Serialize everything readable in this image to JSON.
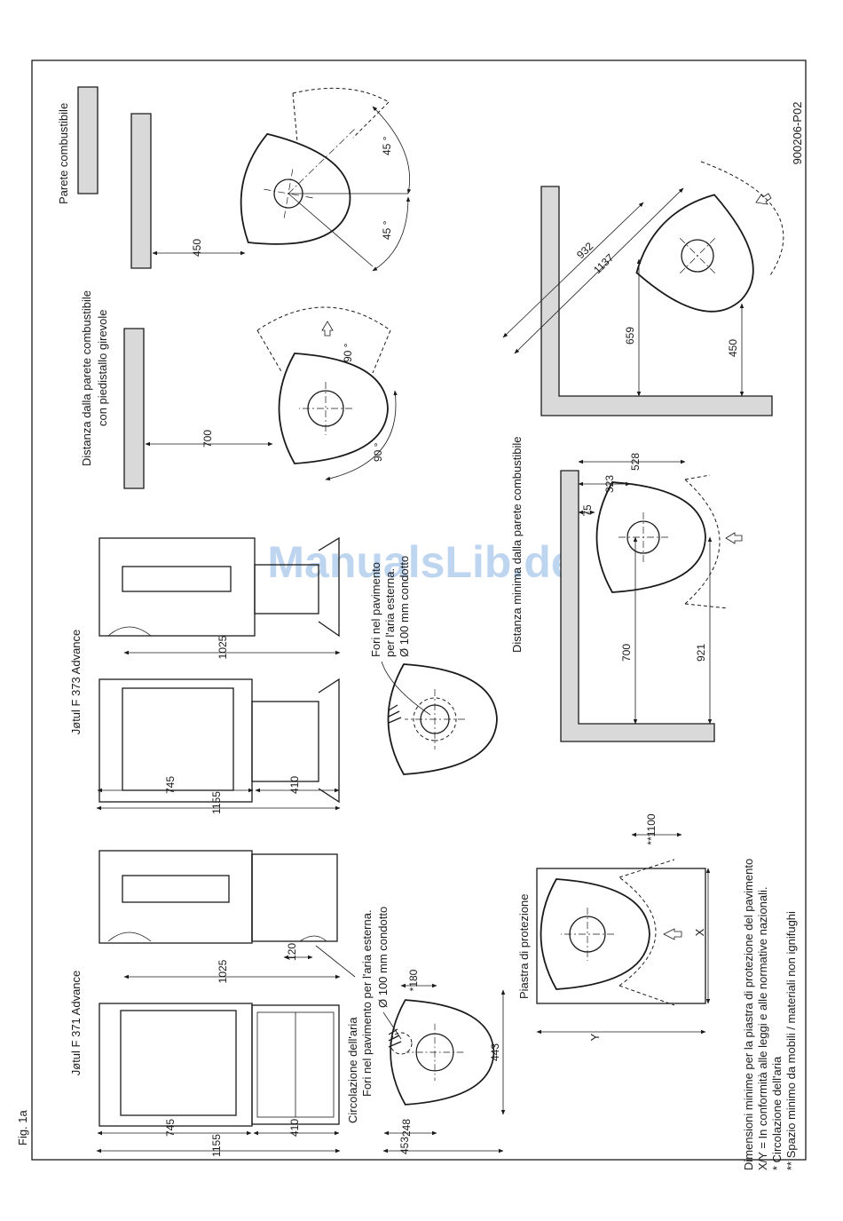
{
  "figure_label": "Fig. 1a",
  "doc_code": "900206-P02",
  "watermark": "ManualsLib.de",
  "models": {
    "f371": "Jøtul F 371 Advance",
    "f373": "Jøtul F 373 Advance"
  },
  "dimensions": {
    "d1155": "1155",
    "d745": "745",
    "d410": "410",
    "d1025": "1025",
    "d120": "120",
    "d248": "248",
    "d453": "453",
    "d443": "443",
    "d180": "*180",
    "d1100": "**1100",
    "d700": "700",
    "d450": "450",
    "d921": "921",
    "d75": "75",
    "d323": "323",
    "d528": "528",
    "d659": "659",
    "d932": "932",
    "d1137": "1137",
    "dx": "X",
    "dy": "Y",
    "a90a": "90 °",
    "a90b": "90 °",
    "a45a": "45 °",
    "a45b": "45 °"
  },
  "labels": {
    "air_circulation": "Circolazione dell'aria",
    "floor_holes_1": "Fori nel pavimento per l'aria esterna.",
    "floor_holes_2": "Ø 100 mm condotto",
    "floor_holes_373_1": "Fori nel pavimento",
    "floor_holes_373_2": "per l'aria esterna.",
    "floor_holes_373_3": "Ø 100 mm condotto",
    "protection_plate": "Piastra di protezione",
    "min_distance": "Distanza minima dalla parete combustibile",
    "distance_swivel_1": "Distanza dalla parete combustibile",
    "distance_swivel_2": "con piedistallo girevole",
    "combustible_wall": "Parete combustibile"
  },
  "notes": {
    "line1": "Dimensioni minime per la piastra di protezione del pavimento",
    "line2": "X/Y = In conformità alle leggi e alle normative nazionali.",
    "line3": "* Circolazione dell'aria",
    "line4": "** Spazio minimo da mobili / materiali non ignifughi"
  }
}
